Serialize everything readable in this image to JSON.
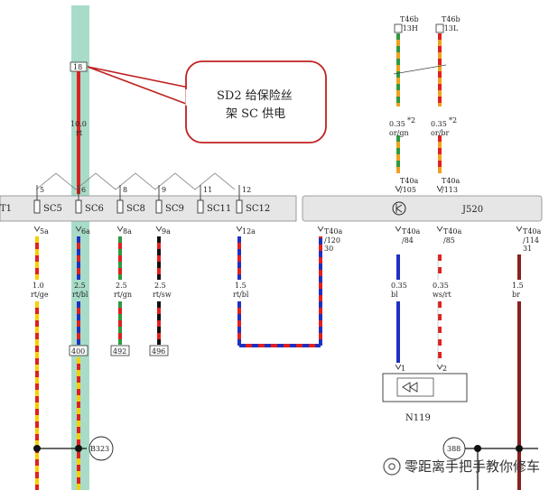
{
  "callout": {
    "line1": "SD2 给保险丝",
    "line2": "架 SC 供电"
  },
  "rail_left_label": "T1",
  "top_connector": {
    "pin": "18"
  },
  "feed_wire": {
    "size": "10.0",
    "color": "rt"
  },
  "fuses": [
    {
      "pin_top": "5",
      "label": "SC5",
      "pin_bottom": "5a",
      "size": "1.0",
      "color": "rt/ge"
    },
    {
      "pin_top": "6",
      "label": "SC6",
      "pin_bottom": "6a",
      "size": "2.5",
      "color": "rt/bl",
      "dest": "400"
    },
    {
      "pin_top": "8",
      "label": "SC8",
      "pin_bottom": "8a",
      "size": "2.5",
      "color": "rt/gn",
      "dest": "492"
    },
    {
      "pin_top": "9",
      "label": "SC9",
      "pin_bottom": "9a",
      "size": "2.5",
      "color": "rt/sw",
      "dest": "496"
    },
    {
      "pin_top": "11",
      "label": "SC11",
      "pin_bottom": "",
      "size": "",
      "color": ""
    },
    {
      "pin_top": "12",
      "label": "SC12",
      "pin_bottom": "12a",
      "size": "1.5",
      "color": "rt/bl"
    }
  ],
  "module": {
    "label": "J520"
  },
  "top_connectors": [
    {
      "name": "T46b",
      "pin": "/13H",
      "size": "0.35",
      "note": "*2",
      "color": "or/gn",
      "conn": "T40a",
      "cpin": "/105"
    },
    {
      "name": "T46b",
      "pin": "/13L",
      "size": "0.35",
      "note": "*2",
      "color": "or/br",
      "conn": "T40a",
      "cpin": "/113"
    }
  ],
  "bottom_connectors": [
    {
      "conn": "T40a",
      "pin": "/120",
      "extra": "30"
    },
    {
      "conn": "T40a",
      "pin": "/84",
      "size": "0.35",
      "color": "bl",
      "dest_pin": "1"
    },
    {
      "conn": "T40a",
      "pin": "/85",
      "size": "0.35",
      "color": "ws/rt",
      "dest_pin": "2"
    },
    {
      "conn": "T40a",
      "pin": "/114",
      "extra": "31",
      "size": "1.5",
      "color": "br"
    }
  ],
  "component": {
    "label": "N119"
  },
  "ground_left": {
    "label": "B323"
  },
  "ground_right": {
    "label": "388"
  },
  "watermark": "零距离手把手教你修车",
  "colors": {
    "highlight": "#a8dcc8",
    "rail": "#e6e6e6",
    "red": "#e02020",
    "blue": "#2030c0",
    "yellow": "#f5d000",
    "green": "#2e9a40",
    "orange": "#f0a020",
    "black": "#111111",
    "brown": "#8a2020",
    "callout": "#c02020"
  }
}
